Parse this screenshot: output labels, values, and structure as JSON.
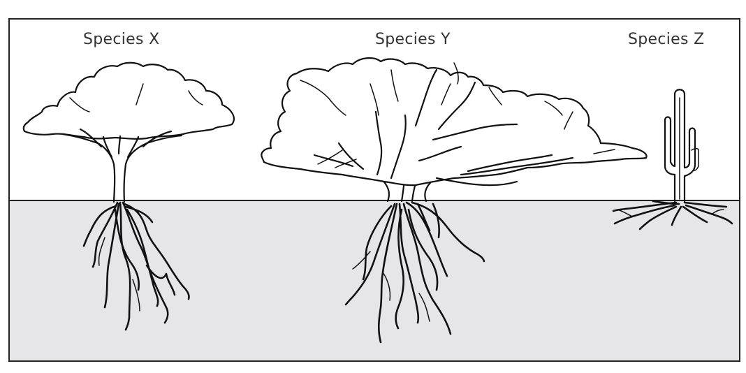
{
  "diagram": {
    "species": [
      {
        "id": "x",
        "label": "Species X"
      },
      {
        "id": "y",
        "label": "Species Y"
      },
      {
        "id": "z",
        "label": "Species Z"
      }
    ],
    "colors": {
      "sky": "#ffffff",
      "soil": "#e6e6e9",
      "frame": "#222222",
      "ink": "#111111"
    }
  }
}
